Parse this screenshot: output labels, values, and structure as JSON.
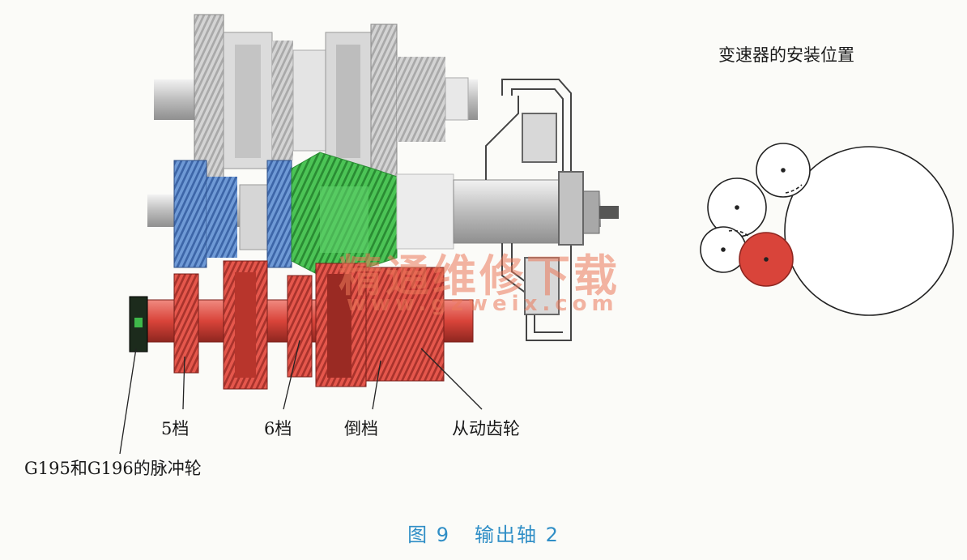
{
  "location_title": "变速器的安装位置",
  "labels": {
    "gear5": "5档",
    "gear6": "6档",
    "reverse": "倒档",
    "driven_gear": "从动齿轮",
    "pulse_wheel": "G195和G196的脉冲轮"
  },
  "caption": {
    "figure": "图 9",
    "title": "输出轴 2"
  },
  "watermark": {
    "text": "精通维修下载",
    "url": "www.gzweix.com"
  },
  "colors": {
    "output_shaft": "#d9443a",
    "input_gears": "#4f7fc4",
    "green_gear": "#3fb84a",
    "grey_gears": "#c9c9c9",
    "highlight_circle": "#d9443a",
    "caption": "#2f8ec6"
  }
}
